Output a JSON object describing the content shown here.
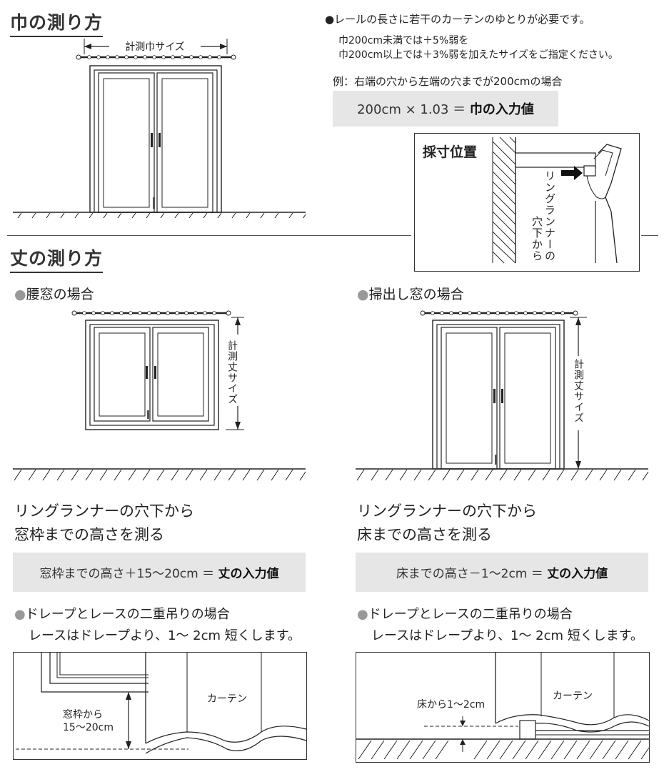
{
  "width_section": {
    "title": "巾の測り方",
    "diagram_label": "計測巾サイズ",
    "note_bullet": "●",
    "note_main": "レールの長さに若干のカーテンのゆとりが必要です。",
    "note_line1": "巾200cm未満では＋5%弱を",
    "note_line2": "巾200cm以上では＋3%弱を加えたサイズをご指定ください。",
    "example": "例：右端の穴から左端の穴までが200cmの場合",
    "formula_expr": "200cm × 1.03 ＝",
    "formula_result": "巾の入力値",
    "inset_title": "採寸位置",
    "inset_label_col1": "リングランナーの",
    "inset_label_col2": "穴下から"
  },
  "height_section": {
    "title": "丈の測り方",
    "left": {
      "dot": "●",
      "subtitle": "腰窓の場合",
      "measure_label": "計測丈サイズ",
      "desc_line1": "リングランナーの穴下から",
      "desc_line2": "窓枠までの高さを測る",
      "formula_expr": "窓枠までの高さ＋15〜20cm ＝",
      "formula_result": "丈の入力値",
      "lace_title": "ドレープとレースの二重吊りの場合",
      "lace_note": "レースはドレープより、1〜 2cm 短くします。",
      "detail_curtain": "カーテン",
      "detail_label1": "窓枠から",
      "detail_label2": "15〜20cm"
    },
    "right": {
      "dot": "●",
      "subtitle": "掃出し窓の場合",
      "measure_label": "計測丈サイズ",
      "desc_line1": "リングランナーの穴下から",
      "desc_line2": "床までの高さを測る",
      "formula_expr": "床までの高さ－1〜2cm ＝",
      "formula_result": "丈の入力値",
      "lace_title": "ドレープとレースの二重吊りの場合",
      "lace_note": "レースはドレープより、1〜 2cm 短くします。",
      "detail_curtain": "カーテン",
      "detail_label": "床から1〜2cm"
    }
  }
}
